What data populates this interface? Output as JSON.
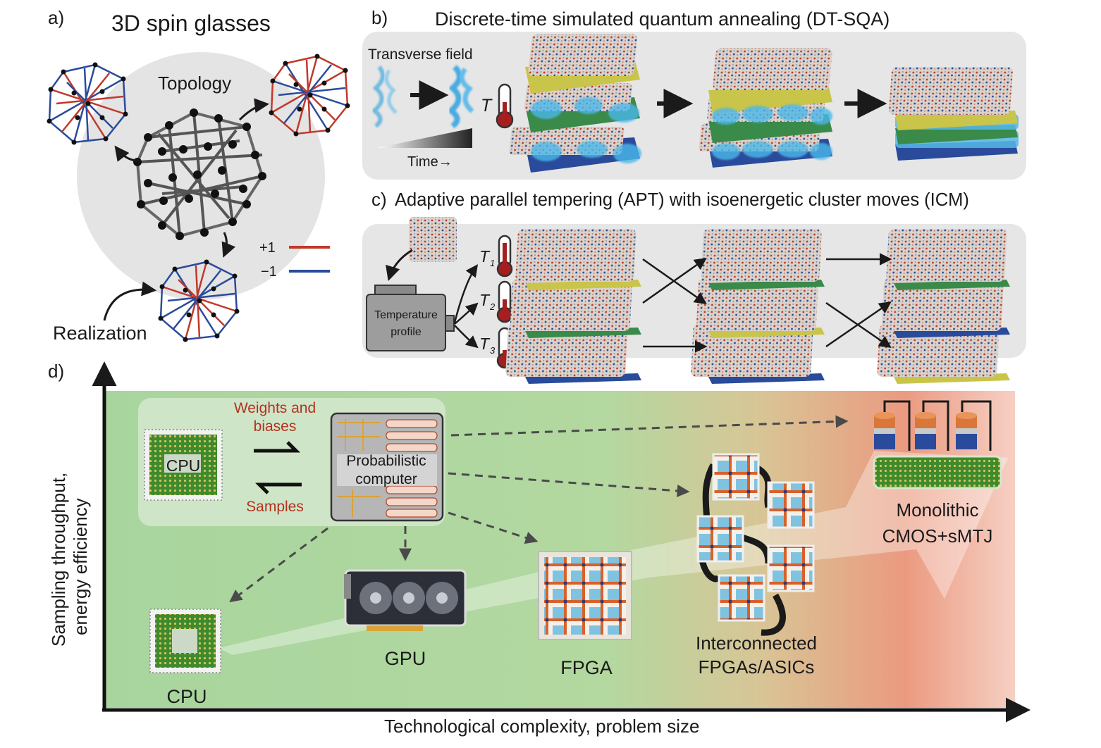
{
  "colors": {
    "spin_plus": "#c0392b",
    "spin_minus": "#2a4b9b",
    "panel_bg": "#e6e6e6",
    "green_region": "#a9d6a0",
    "red_region": "#e8947e",
    "ising_blue": "#52b7e8"
  },
  "panel_a": {
    "label": "a)",
    "title": "3D spin glasses",
    "topology": "Topology",
    "realization": "Realization",
    "legend_plus": "+1",
    "legend_minus": "−1"
  },
  "panel_b": {
    "label": "b)",
    "title": "Discrete-time simulated quantum annealing (DT-SQA)",
    "transverse_field": "Transverse field",
    "T": "T",
    "time": "Time→"
  },
  "panel_c": {
    "label": "c)",
    "title": "Adaptive parallel tempering (APT) with isoenergetic cluster moves (ICM)",
    "temperature_profile_1": "Temperature",
    "temperature_profile_2": "profile",
    "T": "T",
    "sub1": "1",
    "sub2": "2",
    "sub3": "3"
  },
  "panel_d": {
    "label": "d)",
    "weights_1": "Weights and",
    "weights_2": "biases",
    "samples": "Samples",
    "cpu_top": "CPU",
    "pc_1": "Probabilistic",
    "pc_2": "computer",
    "cpu": "CPU",
    "gpu": "GPU",
    "fpga": "FPGA",
    "interconnected_1": "Interconnected",
    "interconnected_2": "FPGAs/ASICs",
    "monolithic_1": "Monolithic",
    "monolithic_2": "CMOS+sMTJ",
    "y_axis_1": "Sampling throughput,",
    "y_axis_2": "energy efficiency",
    "x_axis": "Technological complexity, problem size"
  }
}
